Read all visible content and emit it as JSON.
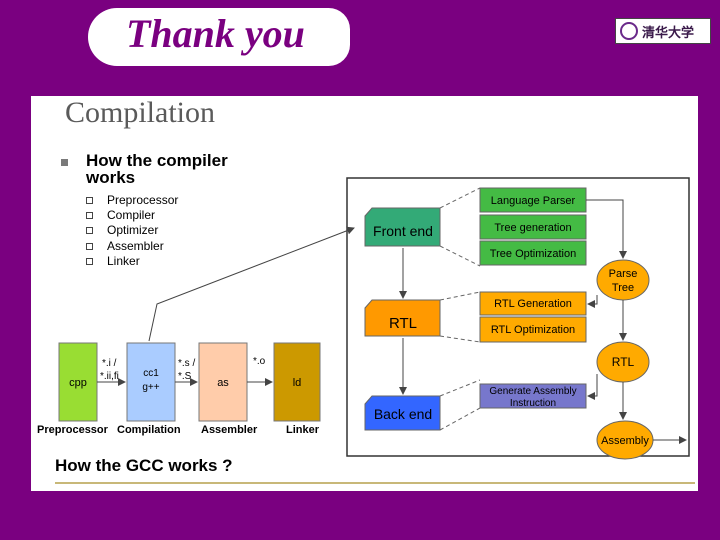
{
  "header": {
    "title": "Thank you",
    "logo_text": "清华大学"
  },
  "slide": {
    "title": "Compilation",
    "lead": "How the compiler works",
    "subitems": [
      "Preprocessor",
      "Compiler",
      "Optimizer",
      "Assembler",
      "Linker"
    ],
    "caption": "How the GCC works ?"
  },
  "diagram": {
    "pipeline": {
      "cpp": "cpp",
      "cc1_line1": "cc1",
      "cc1_line2": "g++",
      "as": "as",
      "ld": "ld",
      "ext_i_1": "*.i /",
      "ext_i_2": "*.ii,fi",
      "ext_s_1": "*.s /",
      "ext_s_2": "*.S",
      "ext_o": "*.o",
      "labels": [
        "Preprocessor",
        "Compilation",
        "Assembler",
        "Linker"
      ]
    },
    "stages": {
      "front": "Front end",
      "rtl": "RTL",
      "back": "Back end"
    },
    "steps": {
      "language_parser": "Language Parser",
      "tree_generation": "Tree generation",
      "tree_optimization": "Tree Optimization",
      "rtl_generation": "RTL Generation",
      "rtl_optimization": "RTL Optimization",
      "gen_asm_1": "Generate Assembly",
      "gen_asm_2": "Instruction"
    },
    "outputs": {
      "parse_tree_1": "Parse",
      "parse_tree_2": "Tree",
      "rtl": "RTL",
      "assembly": "Assembly"
    }
  },
  "colors": {
    "background": "#7a0080",
    "cpp": "#99dd33",
    "cc1": "#aaccff",
    "as": "#ffccaa",
    "ld": "#cc9900",
    "front": "#33aa77",
    "rtl_stage": "#ff9900",
    "back": "#3366ff",
    "step_green": "#44bb44",
    "step_orange": "#ffaa00",
    "step_violet": "#7777cc",
    "oval": "#ffaa00"
  }
}
